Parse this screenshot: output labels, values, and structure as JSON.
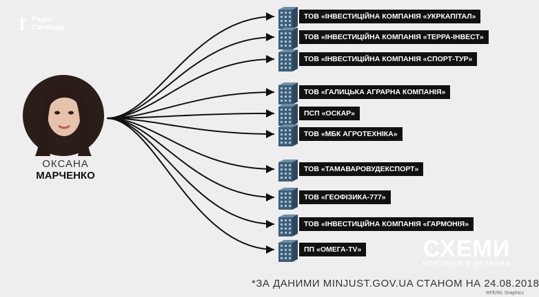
{
  "header": {
    "logo_text_1": "Радіо",
    "logo_text_2": "Свобода"
  },
  "person": {
    "first_name": "ОКСАНА",
    "last_name": "МАРЧЕНКО"
  },
  "companies": [
    {
      "label": "ТОВ «ІНВЕСТИЦІЙНА КОМПАНІЯ «УКРКАПІТАЛ»"
    },
    {
      "label": "ТОВ «ІНВЕСТИЦІЙНА КОМПАНІЯ «ТЕРРА-ІНВЕСТ»"
    },
    {
      "label": "ТОВ «ІНВЕСТИЦІЙНА КОМПАНІЯ «СПОРТ-ТУР»"
    },
    {
      "label": "ТОВ «ГАЛИЦЬКА АГРАРНА КОМПАНІЯ»"
    },
    {
      "label": "ПСП «ОСКАР»"
    },
    {
      "label": "ТОВ «МБК АГРОТЕХНІКА»"
    },
    {
      "label": "ТОВ «ТАМАВАРОВУДЕКСПОРТ»"
    },
    {
      "label": "ТОВ «ГЕОФІЗИКА-777»"
    },
    {
      "label": "ТОВ «ІНВЕСТИЦІЙНА КОМПАНІЯ «ГАРМОНІЯ»"
    },
    {
      "label": "ПП «ОМЕГА-TV»"
    }
  ],
  "footnote": "*ЗА ДАНИМИ MINJUST.GOV.UA СТАНОМ НА 24.08.2018",
  "brand": {
    "title": "СХЕМИ",
    "subtitle": "КОРУПЦІЯ В ДЕТАЛЯХ"
  },
  "credit": "RFE/RL Graphics",
  "colors": {
    "background": "#eeeeee",
    "label_bg": "#111111",
    "building": "#3d5f78",
    "arrow": "#111111"
  }
}
